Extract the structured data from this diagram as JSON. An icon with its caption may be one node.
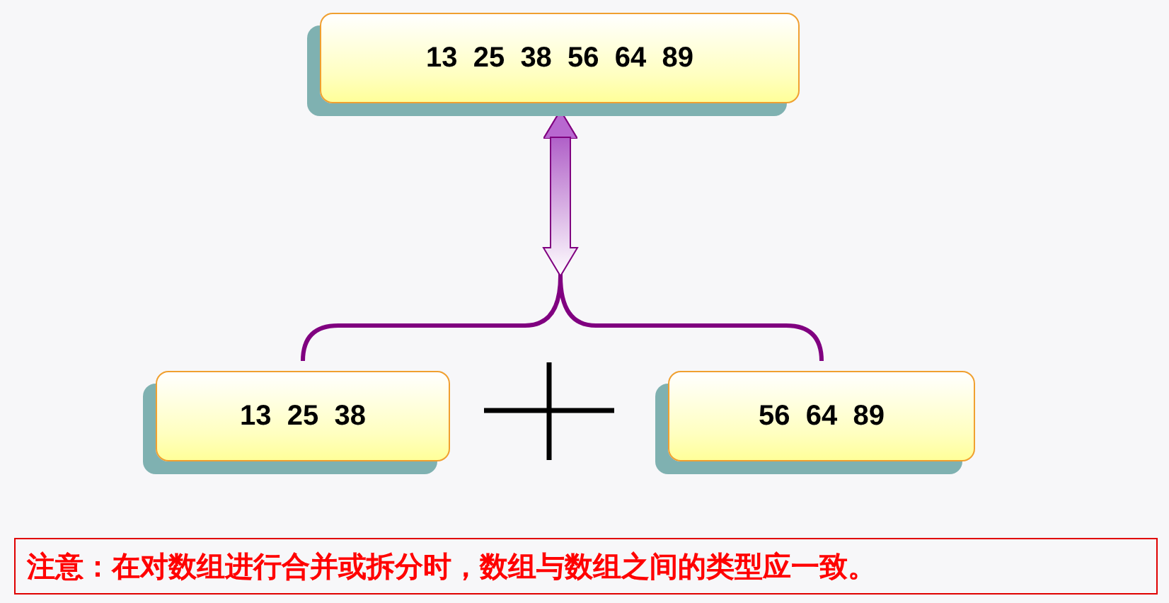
{
  "diagram": {
    "nodes": [
      {
        "text": [
          "13  25  38  56  64  89"
        ]
      },
      {
        "text": [
          "13  25  38"
        ]
      },
      {
        "text": [
          "56  64  89"
        ]
      }
    ],
    "edges": [
      {
        "from": 1,
        "to": 0,
        "arrow": "to"
      },
      {
        "from": 2,
        "to": 0,
        "arrow": "to"
      }
    ],
    "labels": [
      "注意：在对数组进行合并或拆分时，数组与数组之间的类型应一致。"
    ]
  }
}
